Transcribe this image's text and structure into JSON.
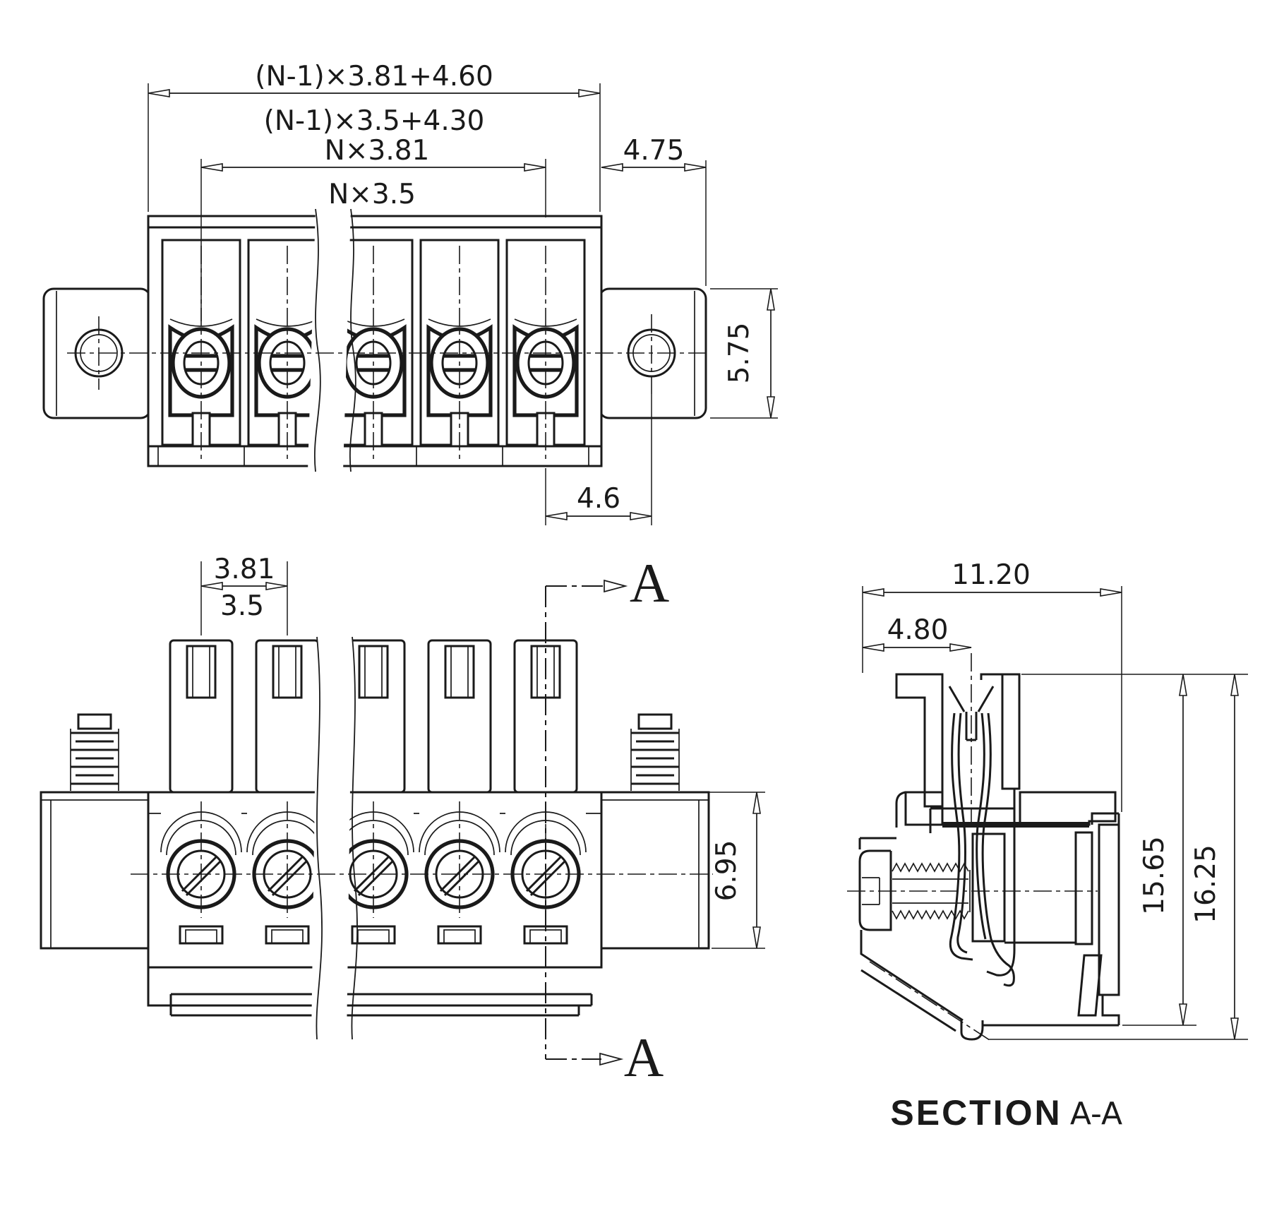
{
  "colors": {
    "ink": "#1a1a1a",
    "paper": "#ffffff"
  },
  "views": {
    "top": {
      "dim_overall_a": "(N-1)×3.81+4.60",
      "dim_overall_b": "(N-1)×3.5+4.30",
      "dim_pitch_total_a": "N×3.81",
      "dim_pitch_total_b": "N×3.5",
      "dim_flange_ext": "4.75",
      "dim_flange_height": "5.75",
      "dim_hole_offset": "4.6"
    },
    "front": {
      "dim_pitch_a": "3.81",
      "dim_pitch_b": "3.5",
      "dim_body_height": "6.95",
      "section_letter": "A"
    },
    "section": {
      "dim_width": "11.20",
      "dim_contact_offset": "4.80",
      "dim_height_inner": "15.65",
      "dim_height_overall": "16.25",
      "caption_word": "SECTION",
      "caption_ref": "A-A"
    }
  }
}
